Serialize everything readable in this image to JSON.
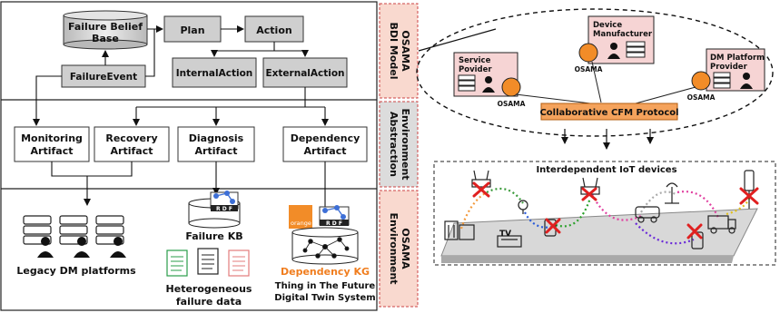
{
  "bdi": {
    "belief_base": "Failure Belief Base",
    "belief_base_l1": "Failure Belief",
    "belief_base_l2": "Base",
    "plan": "Plan",
    "action": "Action",
    "internal_action": "InternalAction",
    "external_action": "ExternalAction",
    "failure_event": "FailureEvent"
  },
  "artifacts": {
    "monitoring": [
      "Monitoring",
      "Artifact"
    ],
    "recovery": [
      "Recovery",
      "Artifact"
    ],
    "diagnosis": [
      "Diagnosis",
      "Artifact"
    ],
    "dependency": [
      "Dependency",
      "Artifact"
    ]
  },
  "environment": {
    "legacy": "Legacy DM platforms",
    "failure_kb": "Failure KB",
    "rdf": "R D F",
    "hetero_l1": "Heterogeneous",
    "hetero_l2": "failure data",
    "orange": "orange",
    "dep_kg": "Dependency KG",
    "thing_l1": "Thing in The Future",
    "thing_l2": "Digital Twin System"
  },
  "layer_labels": {
    "bdi_l1": "OSAMA",
    "bdi_l2": "BDI Model",
    "env_abs_l1": "Environment",
    "env_abs_l2": "Abstraction",
    "env_l1": "OSAMA",
    "env_l2": "Environment"
  },
  "actors": {
    "service_provider": [
      "Service",
      "Povider"
    ],
    "device_manufacturer": [
      "Device",
      "Manufacturer"
    ],
    "dm_platform_provider": [
      "DM Platform",
      "Provider"
    ],
    "osama": "OSAMA",
    "protocol": "Collaborative CFM Protocol"
  },
  "iot": {
    "title": "Interdependent IoT devices",
    "tv": "TV"
  },
  "colors": {
    "box_gray": "#cfcfcf",
    "layer_pink": "#f9d9cf",
    "layer_gray": "#dcdcdc",
    "orange": "#f28c28",
    "orange_text": "#f07d1e",
    "protocol_bg": "#f5a35c",
    "actor_pink": "#f6d4d4",
    "red_x": "#e02020",
    "rdf_blue": "#3d6fd6"
  }
}
